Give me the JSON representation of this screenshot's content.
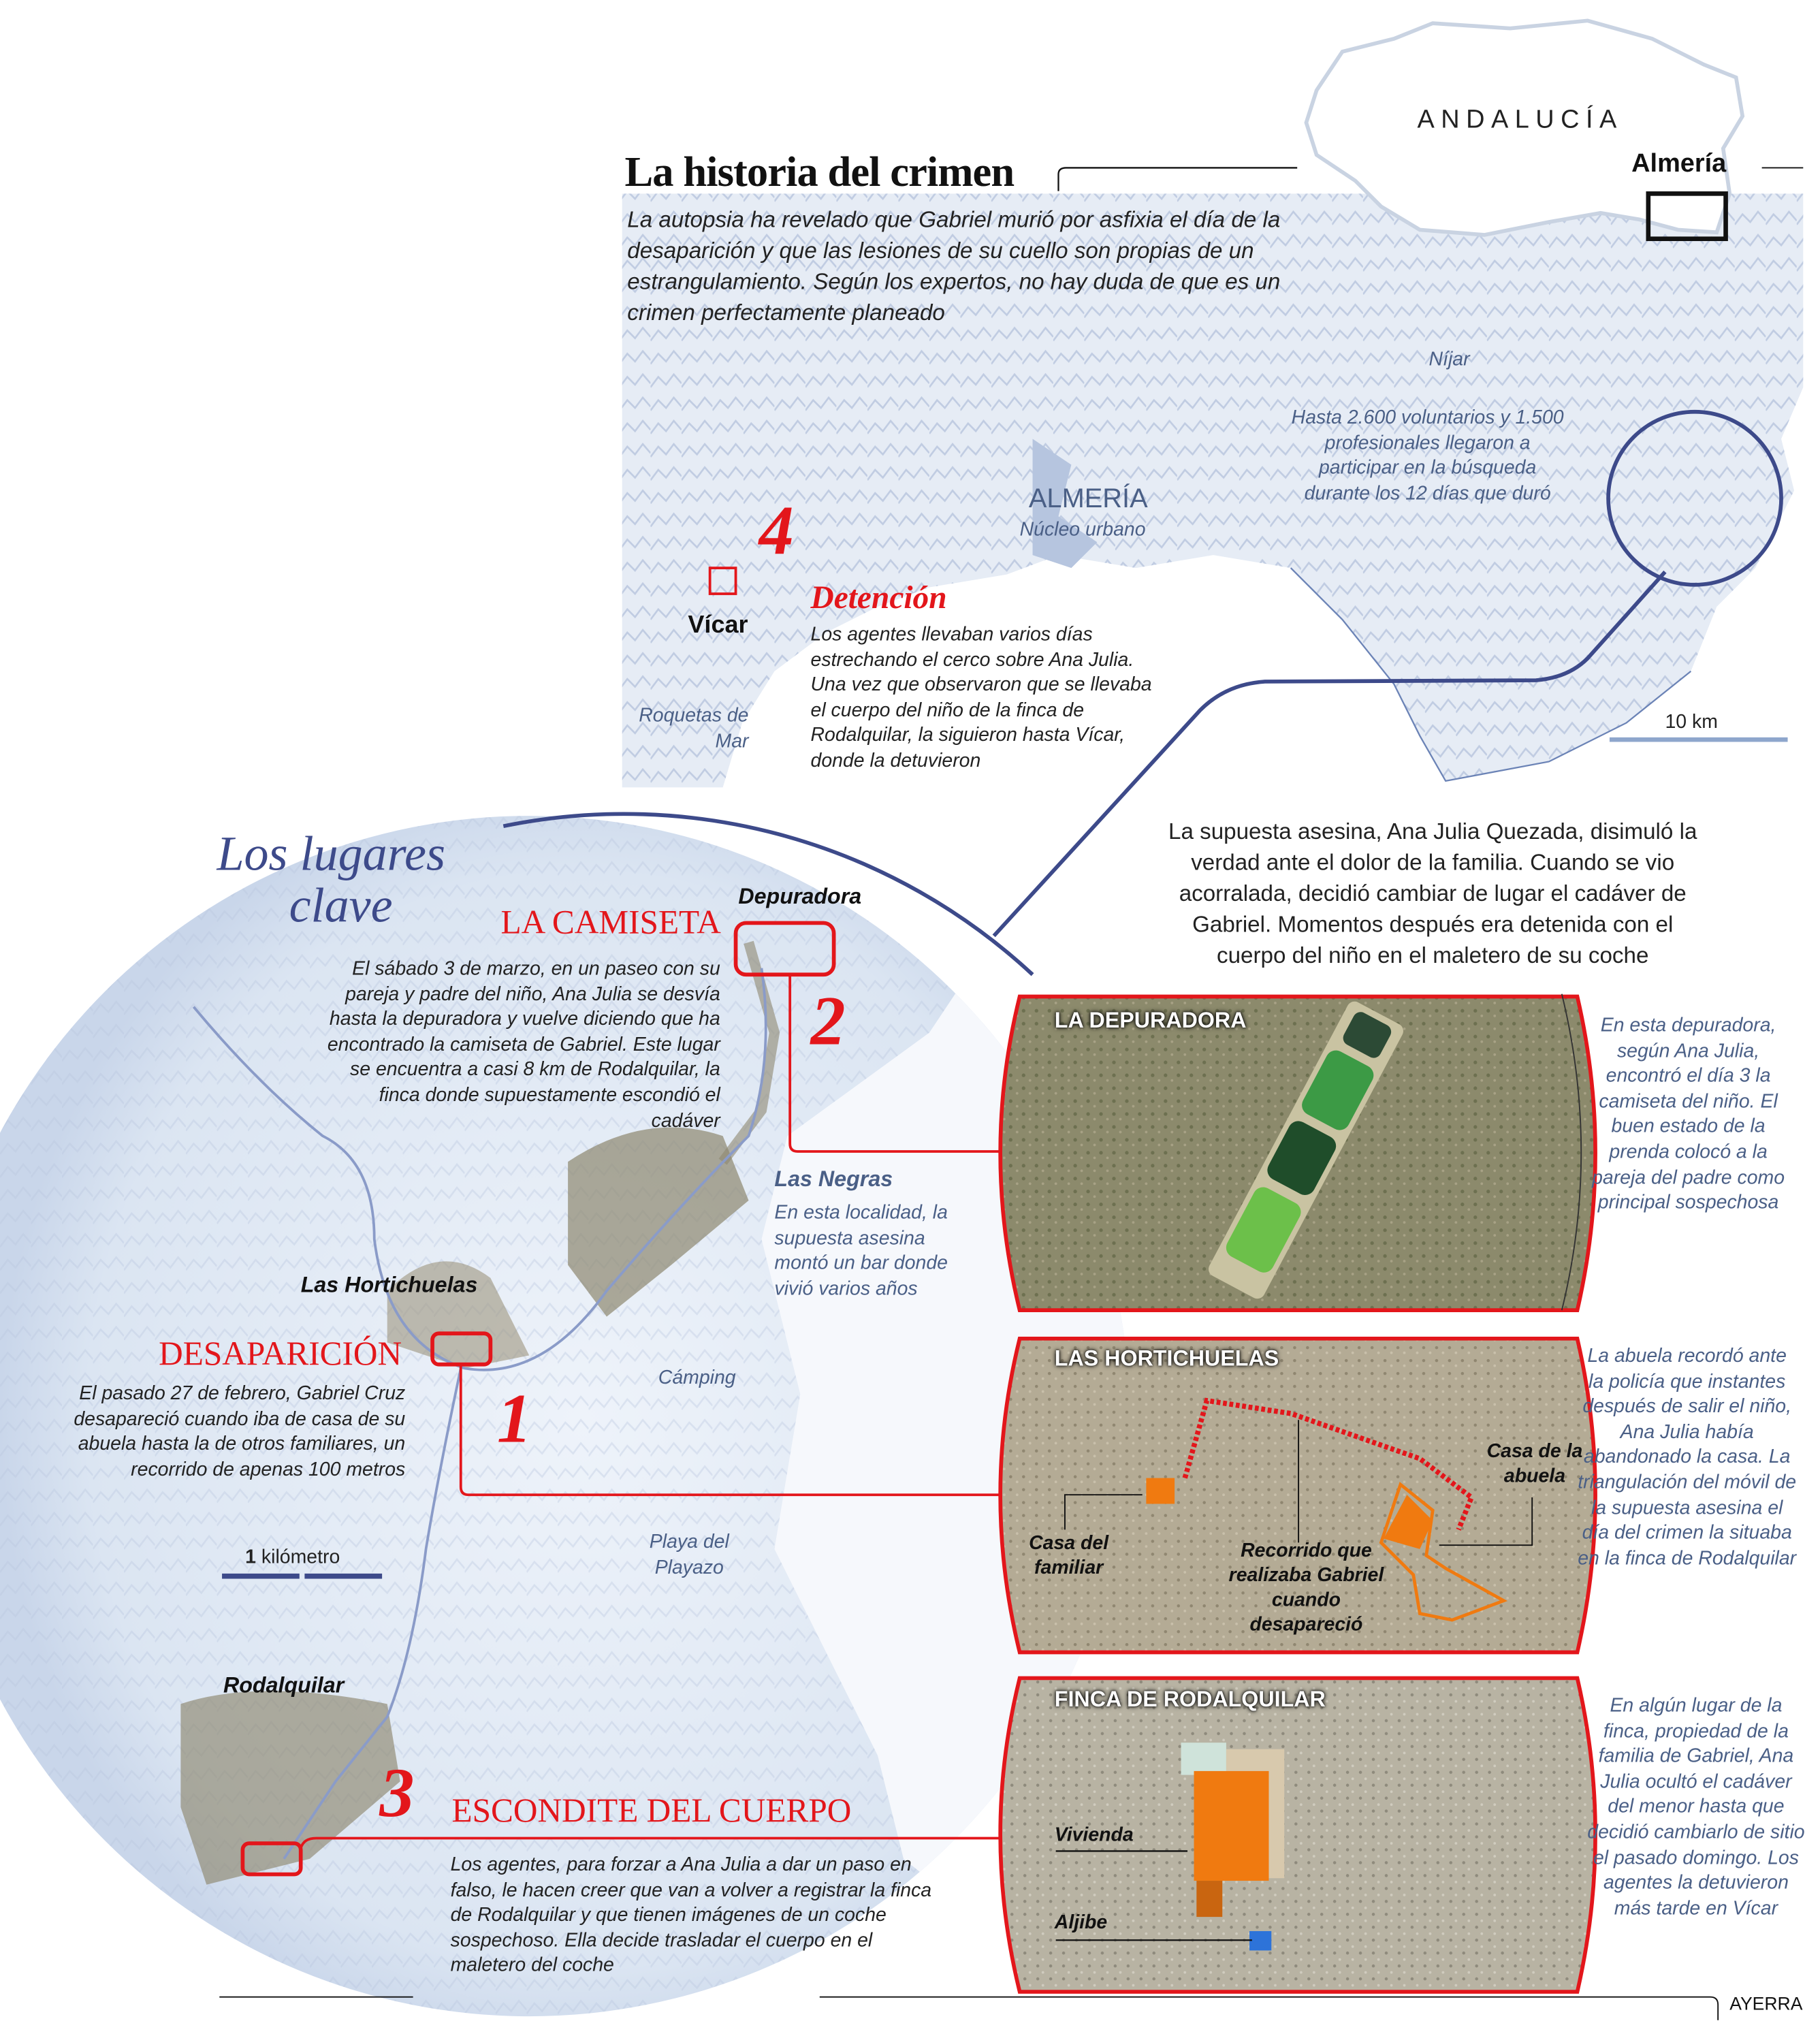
{
  "header": {
    "title": "La historia del crimen",
    "lead": "La autopsia ha revelado que Gabriel murió por asfixia el día de la desaparición y que las lesiones de su cuello son propias de un estrangulamiento. Según los expertos, no hay duda de que es un crimen perfectamente planeado"
  },
  "locator": {
    "region": "ANDALUCÍA",
    "province": "Almería"
  },
  "top_map": {
    "nijar": "Níjar",
    "volunteers": "Hasta 2.600 voluntarios y 1.500 profesionales llegaron a participar en la búsqueda durante los 12 días que duró",
    "almeria": "ALMERÍA",
    "urban": "Núcleo urbano",
    "number4": "4",
    "vicar": "Vícar",
    "detention_title": "Detención",
    "detention_text": "Los agentes llevaban varios días estrechando el cerco sobre Ana Julia. Una vez que observaron que se llevaba el cuerpo del niño de la finca de Rodalquilar, la siguieron hasta Vícar, donde la detuvieron",
    "roquetas": "Roquetas de Mar",
    "scale": "10 km"
  },
  "summary": "La supuesta asesina, Ana Julia Quezada, disimuló la verdad ante el dolor de la familia. Cuando se vio acorralada, decidió cambiar de lugar el cadáver de Gabriel. Momentos después era detenida con el cuerpo del niño en el maletero de su coche",
  "detail_map": {
    "title_line1": "Los lugares",
    "title_line2": "clave",
    "camiseta_title": "LA CAMISETA",
    "camiseta_text": "El sábado 3 de marzo, en un paseo con su pareja y padre del niño, Ana Julia se desvía hasta la depuradora y vuelve diciendo que ha encontrado la camiseta de Gabriel. Este lugar se encuentra a casi 8 km de Rodalquilar, la finca donde supuestamente escondió el cadáver",
    "depuradora": "Depuradora",
    "number2": "2",
    "las_negras": "Las Negras",
    "las_negras_text": "En esta localidad, la supuesta asesina montó un bar donde vivió varios años",
    "hortichuelas": "Las Hortichuelas",
    "desaparicion_title": "DESAPARICIÓN",
    "desaparicion_text": "El pasado 27 de febrero, Gabriel Cruz desapareció cuando iba de casa de su abuela hasta la de otros familiares, un recorrido de apenas 100 metros",
    "number1": "1",
    "camping": "Cámping",
    "playazo": "Playa del Playazo",
    "scale_num": "1",
    "scale_unit": "kilómetro",
    "rodalquilar": "Rodalquilar",
    "number3": "3",
    "escondite_title": "ESCONDITE DEL CUERPO",
    "escondite_text": "Los agentes, para forzar a Ana Julia a dar un paso en falso, le hacen creer que van a volver a registrar la finca de Rodalquilar y que tienen imágenes de un coche sospechoso. Ella decide trasladar el cuerpo en el maletero del coche"
  },
  "panels": [
    {
      "label": "LA DEPURADORA",
      "caption": "En esta depuradora, según Ana Julia, encontró el día 3 la camiseta del niño. El buen estado de la prenda colocó a la pareja del padre como principal sospechosa"
    },
    {
      "label": "LAS HORTICHUELAS",
      "casa_abuela": "Casa de la abuela",
      "casa_familiar": "Casa del familiar",
      "recorrido": "Recorrido que realizaba Gabriel cuando desapareció",
      "caption": "La abuela recordó ante la policía que instantes después de salir el niño, Ana Julia había abandonado la casa. La triangulación del móvil de la supuesta asesina el día del crimen la situaba en la finca de Rodalquilar"
    },
    {
      "label": "FINCA DE RODALQUILAR",
      "vivienda": "Vivienda",
      "aljibe": "Aljibe",
      "caption": "En algún lugar de la finca, propiedad de la familia de Gabriel, Ana Julia ocultó el cadáver del menor hasta que decidió cambiarlo de sitio el pasado domingo. Los agentes la detuvieron más tarde en Vícar"
    }
  ],
  "credit": "AYERRA",
  "colors": {
    "red": "#e3161b",
    "navy": "#3d4a8a",
    "orange": "#f07a10",
    "caption_blue": "#4a5f86"
  }
}
